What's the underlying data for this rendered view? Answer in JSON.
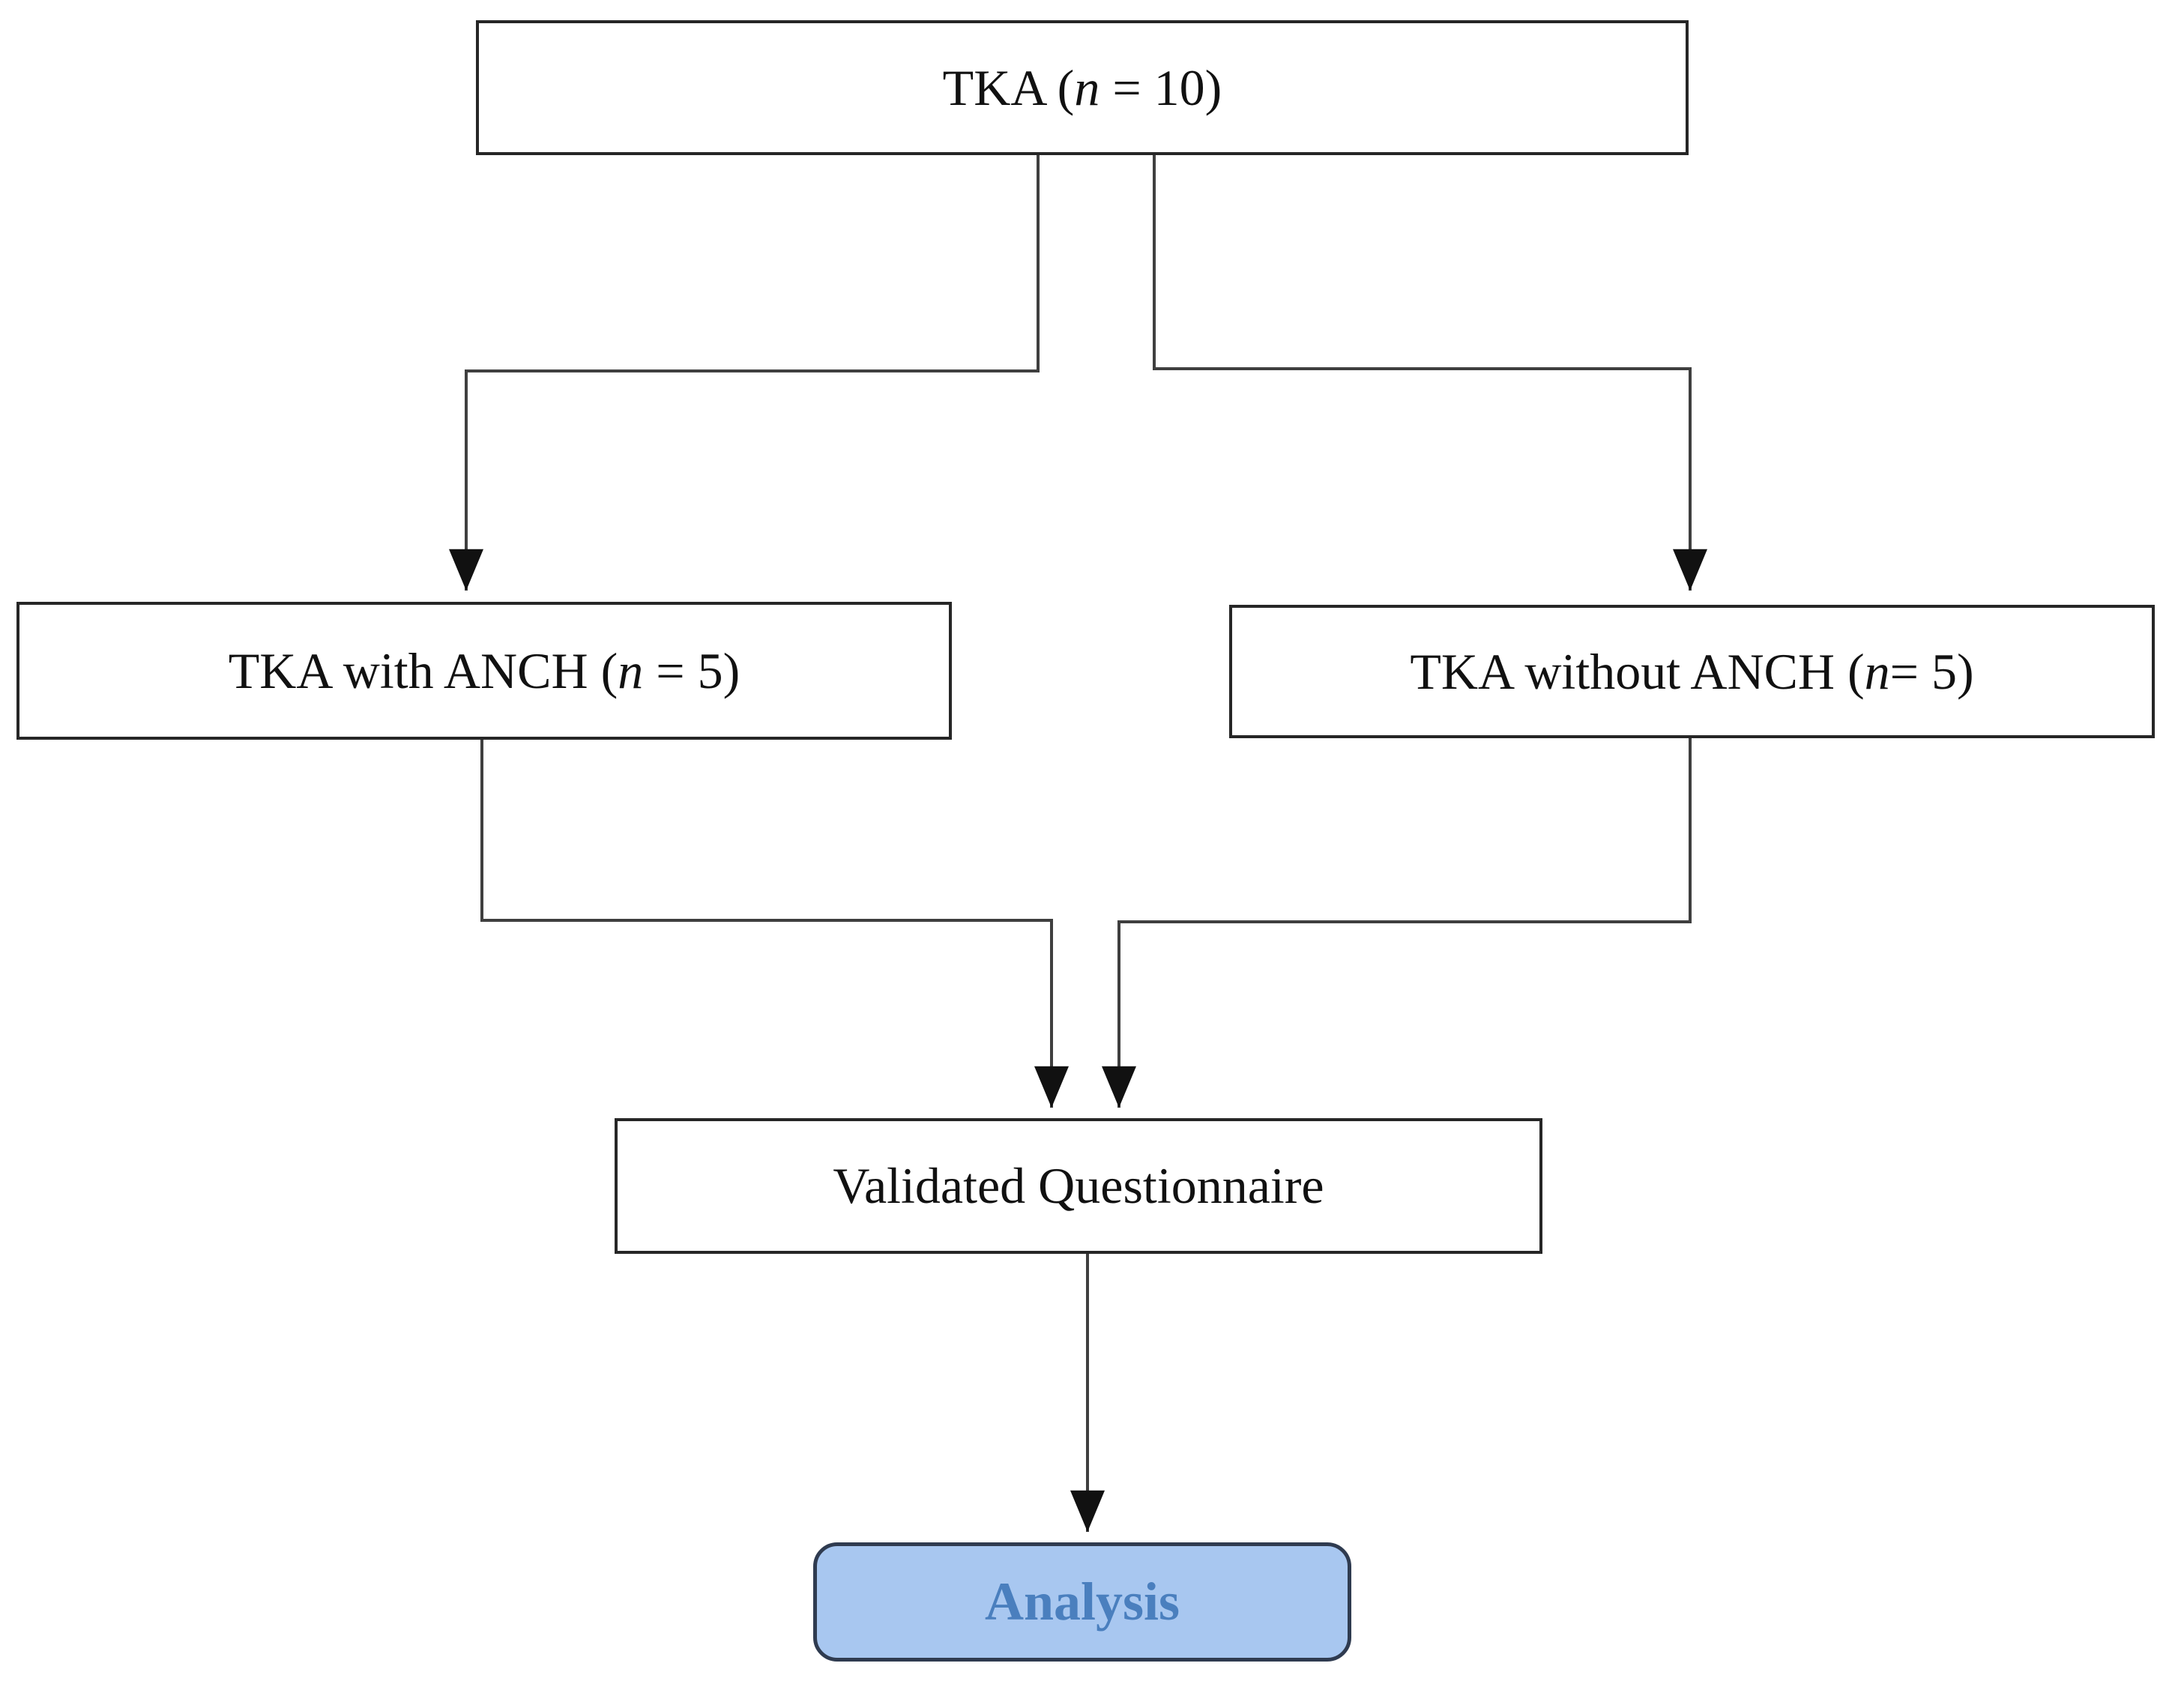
{
  "figure": {
    "type": "flowchart",
    "background": "#ffffff"
  },
  "nodes": {
    "tka": {
      "prefix": "TKA (",
      "n": "n",
      "suffix": " = 10)"
    },
    "with_anch": {
      "prefix": "TKA with ANCH (",
      "n": "n",
      "suffix": " = 5)"
    },
    "without_anch": {
      "prefix": "TKA without ANCH (",
      "n": "n",
      "suffix": "= 5)"
    },
    "questionnaire": {
      "label": "Validated Questionnaire"
    },
    "analysis": {
      "label": "Analysis"
    }
  },
  "edges": [
    {
      "from": "tka",
      "to": "with_anch"
    },
    {
      "from": "tka",
      "to": "without_anch"
    },
    {
      "from": "with_anch",
      "to": "questionnaire"
    },
    {
      "from": "without_anch",
      "to": "questionnaire"
    },
    {
      "from": "questionnaire",
      "to": "analysis"
    }
  ],
  "colors": {
    "box_border": "#262626",
    "line": "#3f3f3f",
    "arrow": "#111111",
    "analysis_fill": "#a8c7f0",
    "analysis_border": "#2f3b50",
    "analysis_text": "#4a7fbe"
  }
}
